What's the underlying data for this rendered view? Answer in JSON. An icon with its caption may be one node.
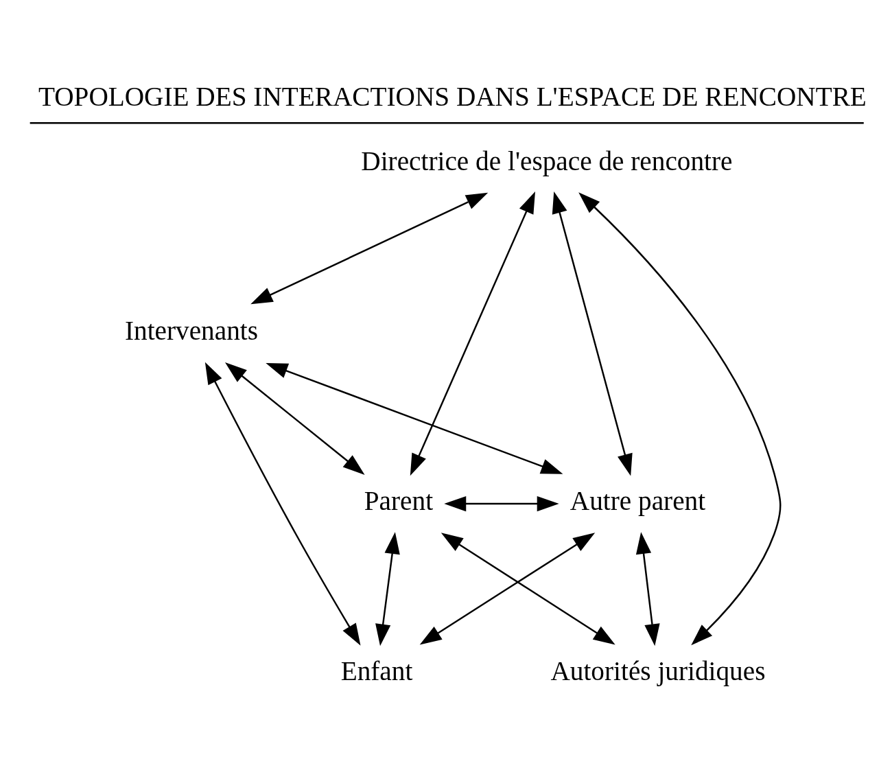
{
  "diagram": {
    "title": "TOPOLOGIE DES INTERACTIONS DANS L'ESPACE DE RENCONTRE",
    "nodes": [
      {
        "text": [
          "Directrice de l'espace de rencontre"
        ]
      },
      {
        "text": [
          "Intervenants"
        ]
      },
      {
        "text": [
          "Parent"
        ]
      },
      {
        "text": [
          "Autre parent"
        ]
      },
      {
        "text": [
          "Enfant"
        ]
      },
      {
        "text": [
          "Autorités juridiques"
        ]
      }
    ],
    "edges": [
      {
        "from": 0,
        "to": 5,
        "arrow": "both"
      },
      {
        "from": 0,
        "to": 2,
        "arrow": "both"
      },
      {
        "from": 0,
        "to": 1,
        "arrow": "both"
      },
      {
        "from": 0,
        "to": 3,
        "arrow": "both"
      },
      {
        "from": 1,
        "to": 3,
        "arrow": "both"
      },
      {
        "from": 1,
        "to": 2,
        "arrow": "both"
      },
      {
        "from": 1,
        "to": 4,
        "arrow": "both"
      },
      {
        "from": 2,
        "to": 3,
        "arrow": "both"
      },
      {
        "from": 2,
        "to": 4,
        "arrow": "both"
      },
      {
        "from": 4,
        "to": 3,
        "arrow": "both"
      },
      {
        "from": 2,
        "to": 5,
        "arrow": "both"
      },
      {
        "from": 3,
        "to": 5,
        "arrow": "both"
      }
    ]
  }
}
